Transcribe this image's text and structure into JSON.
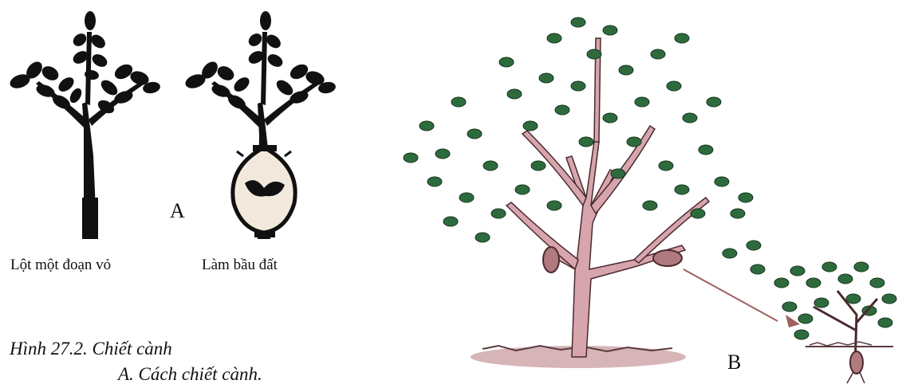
{
  "panel_a": {
    "letter": "A",
    "step1_label": "Lột một đoạn vỏ",
    "step2_label": "Làm bầu đất"
  },
  "panel_b": {
    "letter": "B"
  },
  "caption": {
    "line1": "Hình 27.2. Chiết cành",
    "line2": "A. Cách chiết cành."
  },
  "colors": {
    "ink": "#111111",
    "leaf": "#2e6b3c",
    "leaf_dark": "#16331f",
    "trunk": "#d7a5ad",
    "bark_outline": "#4a2a2e",
    "ground": "#b07a7f",
    "arrow": "#a06060",
    "pot": "#f2e9dc"
  }
}
